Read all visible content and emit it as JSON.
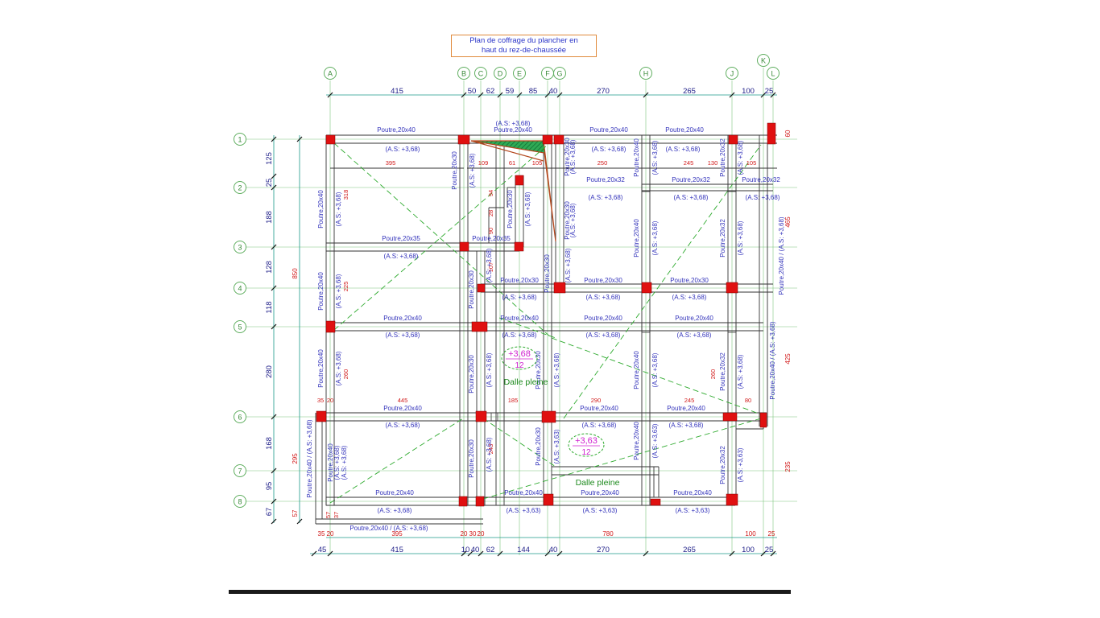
{
  "title": {
    "line1": "Plan de coffrage du plancher en",
    "line2": "haut du rez-de-chaussée"
  },
  "colors": {
    "beam": "#3a3aa8",
    "dim": "#1b9a8a",
    "dim_text": "#22228a",
    "red_text": "#d11a1a",
    "column": "#e01010",
    "axis": "#5fae5f",
    "dash": "#2eaa2e",
    "label": "#3333bb",
    "magenta": "#d020d0",
    "hatch": "#1f8f4a"
  },
  "axes": {
    "vertical": [
      "A",
      "B",
      "C",
      "D",
      "E",
      "F",
      "G",
      "H",
      "J",
      "K",
      "L"
    ],
    "horizontal": [
      "1",
      "2",
      "3",
      "4",
      "5",
      "6",
      "7",
      "8"
    ]
  },
  "dims": {
    "top": [
      "415",
      "50",
      "62",
      "59",
      "85",
      "40",
      "270",
      "265",
      "100",
      "25"
    ],
    "bottom_red": [
      "35",
      "20",
      "395",
      "20",
      "30",
      "20",
      "780",
      "100",
      "25"
    ],
    "bottom": [
      "45",
      "415",
      "10",
      "40",
      "62",
      "144",
      "40",
      "270",
      "265",
      "100",
      "25"
    ],
    "left": [
      "125",
      "25",
      "188",
      "128",
      "118",
      "280",
      "168",
      "95",
      "67"
    ],
    "left_total": "850",
    "left_inner": [
      "295",
      "57"
    ],
    "right_red": [
      "60",
      "465",
      "425",
      "235"
    ]
  },
  "beams": {
    "poutre_20x40": "Poutre,20x40",
    "poutre_20x35": "Poutre,20x35",
    "poutre_20x32": "Poutre,20x32",
    "poutre_20x30": "Poutre,20x30",
    "as_368": "(A.S: +3,68)",
    "as_363": "(A.S: +3,63)",
    "combo_bottom": "Poutre,20x40 / (A.S: +3,68)",
    "combo_vert_left": "Poutre,20x40 / (A.S: +3,68)",
    "combo_vert_right1": "Poutre,20x40 / (A.S: +3,68)",
    "combo_vert_right2": "Poutre,20x40 / (A.S: +3,68)"
  },
  "slabs": {
    "slab1_level": "+3,68",
    "slab1_thickness": "12",
    "slab1_label": "Dalle pleine",
    "slab2_level": "+3,63",
    "slab2_thickness": "12",
    "slab2_label": "Dalle pleine"
  },
  "inner_dims_red": [
    "395",
    "109",
    "61",
    "105",
    "250",
    "245",
    "130",
    "105",
    "318",
    "94",
    "28",
    "90",
    "107",
    "225",
    "260",
    "260",
    "243",
    "445",
    "185",
    "290",
    "245",
    "80",
    "20",
    "35",
    "57",
    "37"
  ],
  "small_top_labels": [
    "(A.S: +3,68)",
    "Poutre,20x40"
  ]
}
